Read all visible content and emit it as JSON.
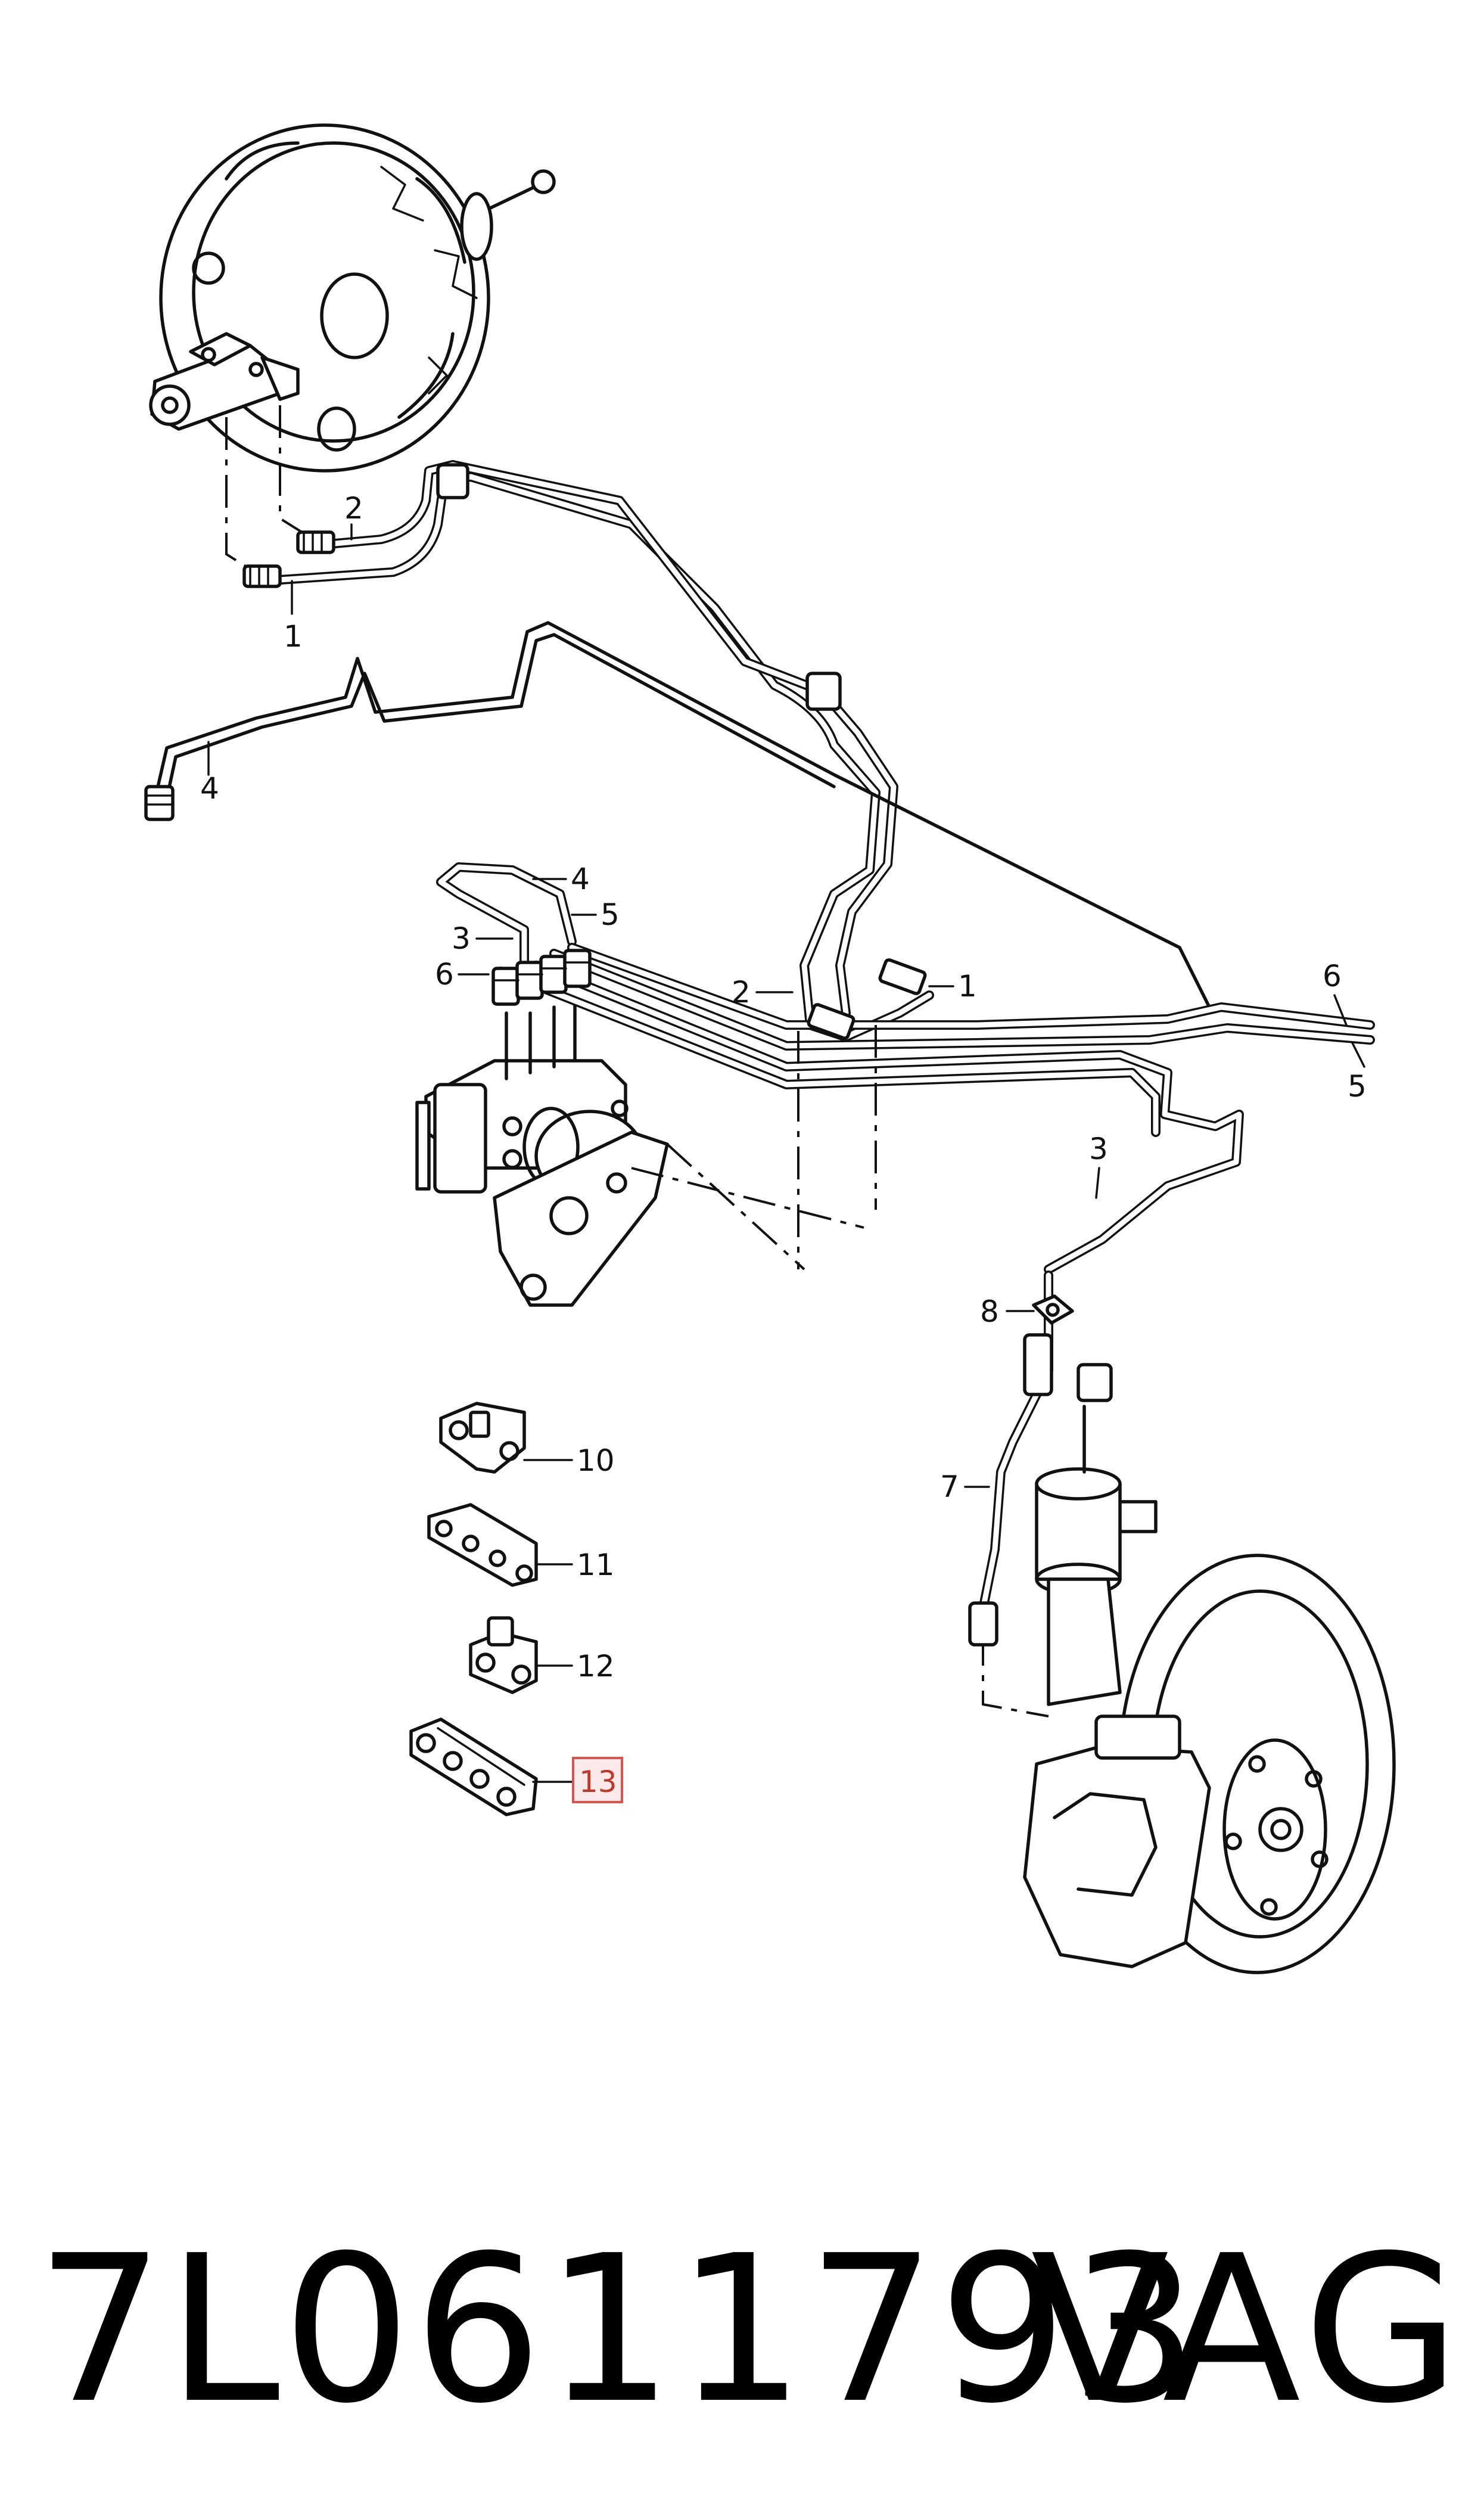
{
  "callouts": {
    "c1_top": "1",
    "c2_top": "2",
    "c4_left": "4",
    "c4_abs": "4",
    "c5_abs": "5",
    "c3_abs": "3",
    "c6_abs": "6",
    "c2_mid": "2",
    "c1_mid": "1",
    "c6_right": "6",
    "c5_right": "5",
    "c3_right": "3",
    "c8": "8",
    "c7": "7",
    "c10": "10",
    "c11": "11",
    "c12": "12",
    "c13": "13"
  },
  "highlight": {
    "callout": "13",
    "color": "#d9534f"
  },
  "footer": {
    "part_number": "7L0611793",
    "brand": "VAG"
  }
}
